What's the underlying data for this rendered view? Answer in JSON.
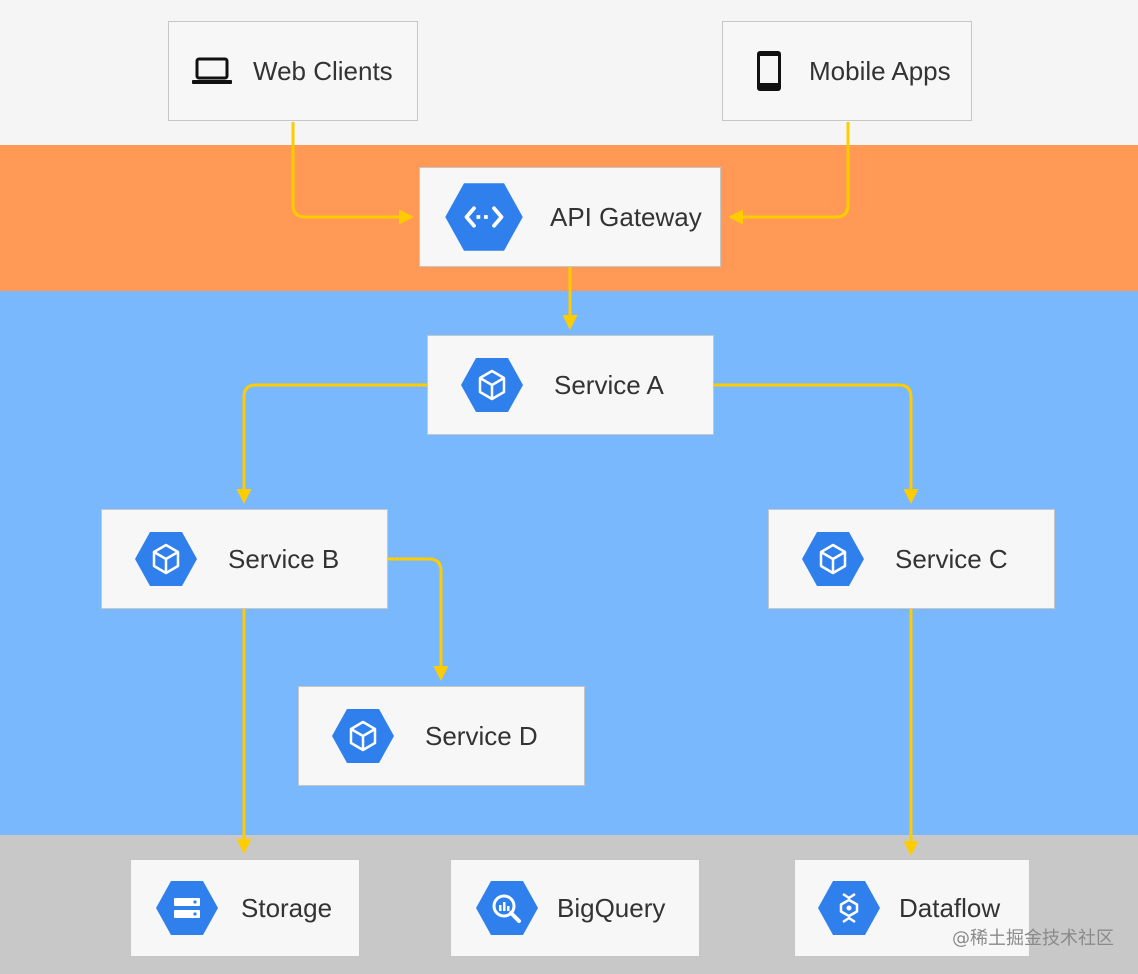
{
  "colors": {
    "clients_band": "#f5f5f5",
    "gateway_band": "#ff9955",
    "services_band": "#7ab8fd",
    "data_band": "#c8c8c8",
    "arrow": "#ffcc00",
    "hex_icon": "#2f80ed"
  },
  "nodes": {
    "web_clients": {
      "label": "Web Clients",
      "icon": "laptop-icon"
    },
    "mobile_apps": {
      "label": "Mobile Apps",
      "icon": "smartphone-icon"
    },
    "api_gateway": {
      "label": "API Gateway",
      "icon": "api-icon"
    },
    "service_a": {
      "label": "Service A",
      "icon": "cube-icon"
    },
    "service_b": {
      "label": "Service B",
      "icon": "cube-icon"
    },
    "service_c": {
      "label": "Service C",
      "icon": "cube-icon"
    },
    "service_d": {
      "label": "Service D",
      "icon": "cube-icon"
    },
    "storage": {
      "label": "Storage",
      "icon": "storage-icon"
    },
    "bigquery": {
      "label": "BigQuery",
      "icon": "bigquery-icon"
    },
    "dataflow": {
      "label": "Dataflow",
      "icon": "dataflow-icon"
    }
  },
  "edges": [
    {
      "from": "Web Clients",
      "to": "API Gateway"
    },
    {
      "from": "Mobile Apps",
      "to": "API Gateway"
    },
    {
      "from": "API Gateway",
      "to": "Service A"
    },
    {
      "from": "Service A",
      "to": "Service B"
    },
    {
      "from": "Service A",
      "to": "Service C"
    },
    {
      "from": "Service B",
      "to": "Service D"
    },
    {
      "from": "Service B",
      "to": "Storage"
    },
    {
      "from": "Service C",
      "to": "Dataflow"
    }
  ],
  "watermark": "@稀土掘金技术社区"
}
